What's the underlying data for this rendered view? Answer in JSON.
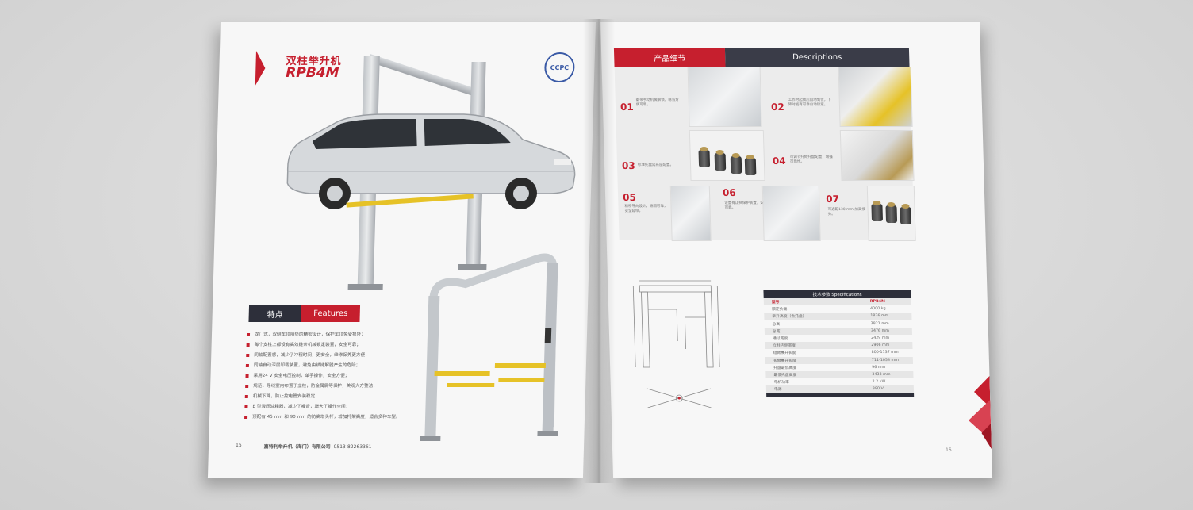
{
  "left_page": {
    "title_cn": "双柱举升机",
    "model": "RPB4M",
    "seal_text": "CCPC",
    "features_tab_cn": "特点",
    "features_tab_en": "Features",
    "features": [
      "龙门式，双侧车顶隔垫的精密设计，保护车顶免受损坏；",
      "每个支柱上都设有高效链条机械锁定装置，安全可靠；",
      "同轴配置感，减少了冲程时间，更安全，维修保养更方便；",
      "同轴自动深层卸载装置，避免由锁链解脱产生的危险；",
      "采用24 V 安全电压控制，单手操作，安全方便；",
      "规范，导线室内布置于立柱，防金属屑等保护，美观大方整洁；",
      "机械下降，防止控电管安装稳定；",
      "E 型液压油箱器，减少了噪音，增大了操作空间；",
      "顶配有 45 mm 和 90 mm 的防高增头杆，增加托架高度，适合多种车型。"
    ],
    "page_number": "15",
    "company": "嘉特利举升机（海门）有限公司",
    "phone": "0513-82263361"
  },
  "right_page": {
    "header_cn": "产品细节",
    "header_en": "Descriptions",
    "details": [
      {
        "num": "01",
        "text": "都带手动机械解锁，稳当方便可靠。"
      },
      {
        "num": "02",
        "text": "工作时起锁后自动到位，下降时能有可靠自动锁紧。"
      },
      {
        "num": "03",
        "text": "标准托盘延长座配置。"
      },
      {
        "num": "04",
        "text": "可调节托臂托盘配置，增强可靠性。"
      },
      {
        "num": "05",
        "text": "精密导向设计，稳固可靠，安全延续。"
      },
      {
        "num": "06",
        "text": "设置有止挡保护装置，安全可靠。"
      },
      {
        "num": "07",
        "text": "可选配130 mm 加高接头。"
      }
    ],
    "spec_title": "技术参数 Specifications",
    "spec_header": {
      "k": "型号",
      "v": "RPB4M"
    },
    "specs": [
      {
        "k": "额定负载",
        "v": "4000 kg"
      },
      {
        "k": "举升高度（含托盘）",
        "v": "1826 mm"
      },
      {
        "k": "总高",
        "v": "3821 mm"
      },
      {
        "k": "总宽",
        "v": "3476 mm"
      },
      {
        "k": "通过宽度",
        "v": "2429 mm"
      },
      {
        "k": "立柱内侧宽度",
        "v": "2906 mm"
      },
      {
        "k": "短臂展开长度",
        "v": "800-1137 mm"
      },
      {
        "k": "长臂展开长度",
        "v": "711-1054 mm"
      },
      {
        "k": "托盘最低高度",
        "v": "96 mm"
      },
      {
        "k": "最低托盘高度",
        "v": "3433 mm"
      },
      {
        "k": "电机功率",
        "v": "2.2 kW"
      },
      {
        "k": "电源",
        "v": "380 V"
      }
    ],
    "page_number": "16"
  },
  "colors": {
    "accent": "#c61f2e",
    "dark": "#2d2f3a",
    "lift_arm": "#e6c227"
  }
}
